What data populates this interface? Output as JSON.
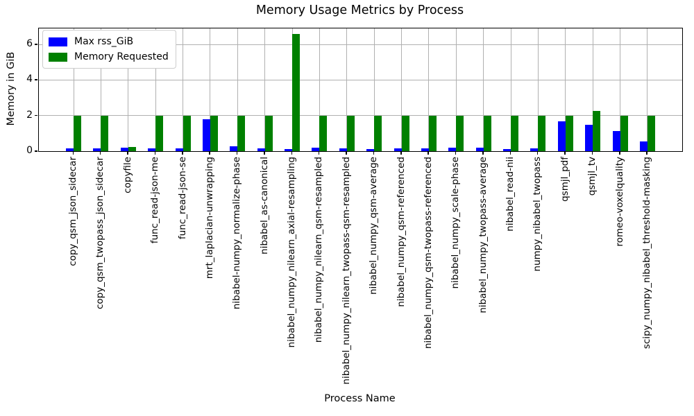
{
  "chart_data": {
    "type": "bar",
    "title": "Memory Usage Metrics by Process",
    "xlabel": "Process Name",
    "ylabel": "Memory in GiB",
    "categories": [
      "copy_qsm_json_sidecar",
      "copy_qsm_twopass_json_sidecar",
      "copyfile",
      "func_read-json-me",
      "func_read-json-se",
      "mrt_laplacian-unwrapping",
      "nibabel-numpy_normalize-phase",
      "nibabel_as-canonical",
      "nibabel_numpy_nilearn_axial-resampling",
      "nibabel_numpy_nilearn_qsm-resampled",
      "nibabel_numpy_nilearn_twopass-qsm-resampled",
      "nibabel_numpy_qsm-average",
      "nibabel_numpy_qsm-referenced",
      "nibabel_numpy_qsm-twopass-referenced",
      "nibabel_numpy_scale-phase",
      "nibabel_numpy_twopass-average",
      "nibabel_read-nii",
      "numpy_nibabel_twopass",
      "qsmjl_pdf",
      "qsmjl_tv",
      "romeo-voxelquality",
      "scipy_numpy_nibabel_threshold-masking"
    ],
    "series": [
      {
        "name": "Max rss_GiB",
        "color": "#0000ff",
        "values": [
          0.15,
          0.15,
          0.19,
          0.14,
          0.14,
          1.8,
          0.27,
          0.15,
          0.13,
          0.19,
          0.15,
          0.13,
          0.15,
          0.14,
          0.18,
          0.18,
          0.13,
          0.14,
          1.69,
          1.5,
          1.12,
          0.55
        ]
      },
      {
        "name": "Memory Requested",
        "color": "#008000",
        "values": [
          2.0,
          2.0,
          0.24,
          2.0,
          2.0,
          2.0,
          2.0,
          2.0,
          6.6,
          2.0,
          2.0,
          2.0,
          2.0,
          2.0,
          2.0,
          2.0,
          2.0,
          2.0,
          2.0,
          2.25,
          2.0,
          2.0
        ]
      }
    ],
    "ylim": [
      0,
      6.9
    ],
    "yticks": [
      0,
      2,
      4,
      6
    ],
    "grid": true,
    "grid_color": "#b0b0b0",
    "legend_position": "upper left"
  }
}
